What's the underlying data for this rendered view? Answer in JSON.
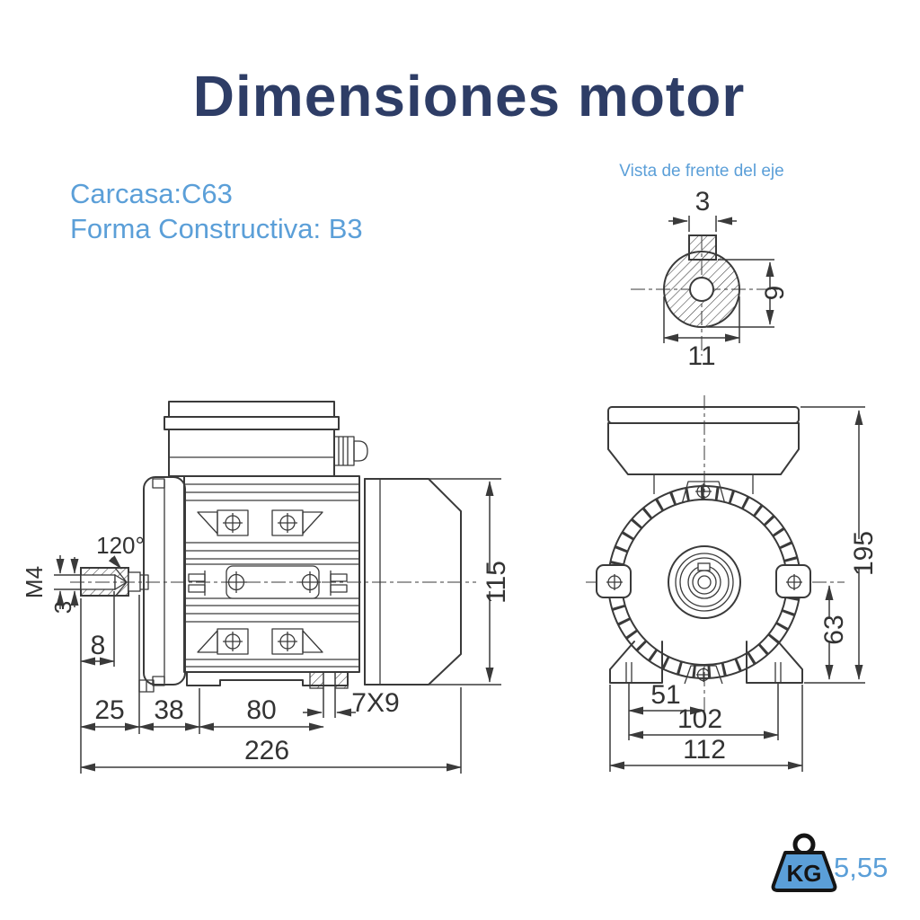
{
  "title": "Dimensiones motor",
  "specs": {
    "line1": "Carcasa:C63",
    "line2": "Forma Constructiva: B3"
  },
  "shaft_front_view": {
    "label": "Vista de frente del eje",
    "dim_key_width": "3",
    "dim_key_height": "9",
    "dim_shaft_diameter": "11"
  },
  "side_view": {
    "dim_tap_angle": "120°",
    "dim_thread": "M4",
    "dim_key_depth": "3",
    "dim_tap_depth": "8",
    "dim_shaft_length": "25",
    "dim_shield_length": "38",
    "dim_foot_spacing": "80",
    "dim_foot_slot": "7X9",
    "dim_body_height": "115",
    "dim_total_length": "226"
  },
  "front_view": {
    "dim_total_height": "195",
    "dim_axis_height": "63",
    "dim_half_foot_span": "51",
    "dim_foot_hole_span": "102",
    "dim_foot_width": "112"
  },
  "weight": {
    "unit": "KG",
    "value": "5,55"
  },
  "colors": {
    "title": "#2e3d66",
    "accent": "#5b9fd8",
    "line": "#3a3a3a"
  }
}
